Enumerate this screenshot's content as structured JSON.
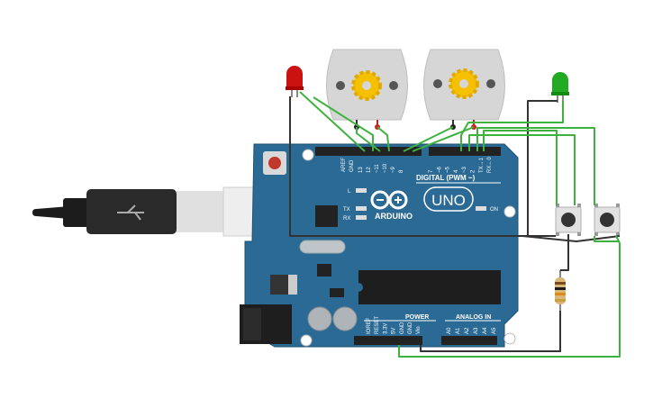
{
  "board": {
    "logo_text": "ARDUINO",
    "model_text": "UNO",
    "digital_label": "DIGITAL (PWM ~)",
    "power_label": "POWER",
    "analog_label": "ANALOG IN",
    "on_label": "ON",
    "aref": "AREF",
    "gnd_top": "GND",
    "digital_pins": [
      "13",
      "12",
      "~11",
      "~10",
      "~9",
      "8",
      "7",
      "~6",
      "~5",
      "4",
      "~3",
      "2",
      "TX→1",
      "RX←0"
    ],
    "power_pins": [
      "IOREF",
      "RESET",
      "3.3V",
      "5V",
      "GND",
      "GND",
      "Vin"
    ],
    "analog_pins": [
      "A0",
      "A1",
      "A2",
      "A3",
      "A4",
      "A5"
    ],
    "led_l": "L",
    "led_tx": "TX",
    "led_rx": "RX"
  },
  "components": {
    "led_red": "red-led",
    "led_green": "green-led",
    "motor_left": "dc-motor",
    "motor_right": "dc-motor",
    "button_left": "pushbutton",
    "button_right": "pushbutton",
    "resistor": "resistor",
    "usb": "usb-cable"
  },
  "colors": {
    "board": "#2a6a94",
    "wire_green": "#3db33d",
    "wire_dark": "#333333",
    "led_red": "#cc1111",
    "led_green": "#22aa22",
    "motor_body": "#d8d8d8",
    "gear": "#f5c000"
  }
}
